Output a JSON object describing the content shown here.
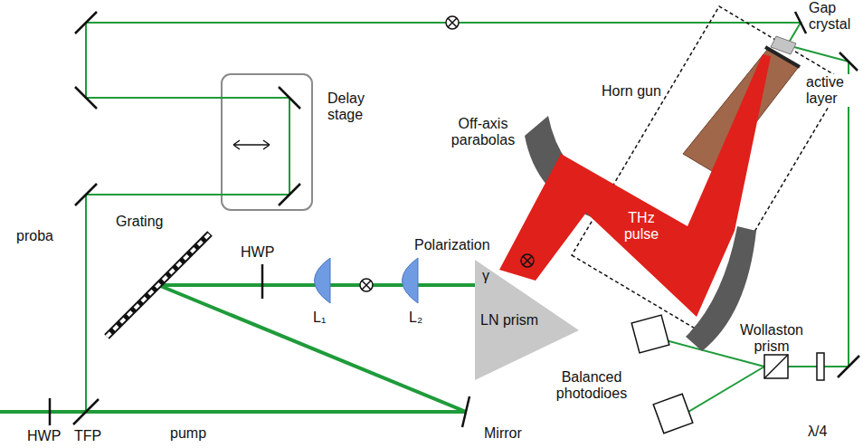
{
  "diagram": {
    "nodes": [
      {
        "text": [
          "LN prism"
        ]
      }
    ],
    "labels": [
      "Gap crystal",
      "active layer",
      "Delay stage",
      "Horn gun",
      "Off-axis parabolas",
      "THz pulse",
      "Polarization",
      "γ",
      "Grating",
      "HWP",
      "L₁",
      "L₂",
      "proba",
      "HWP",
      "TFP",
      "pump",
      "Mirror",
      "Balanced photodioes",
      "Wollaston prism",
      "λ/4"
    ]
  }
}
